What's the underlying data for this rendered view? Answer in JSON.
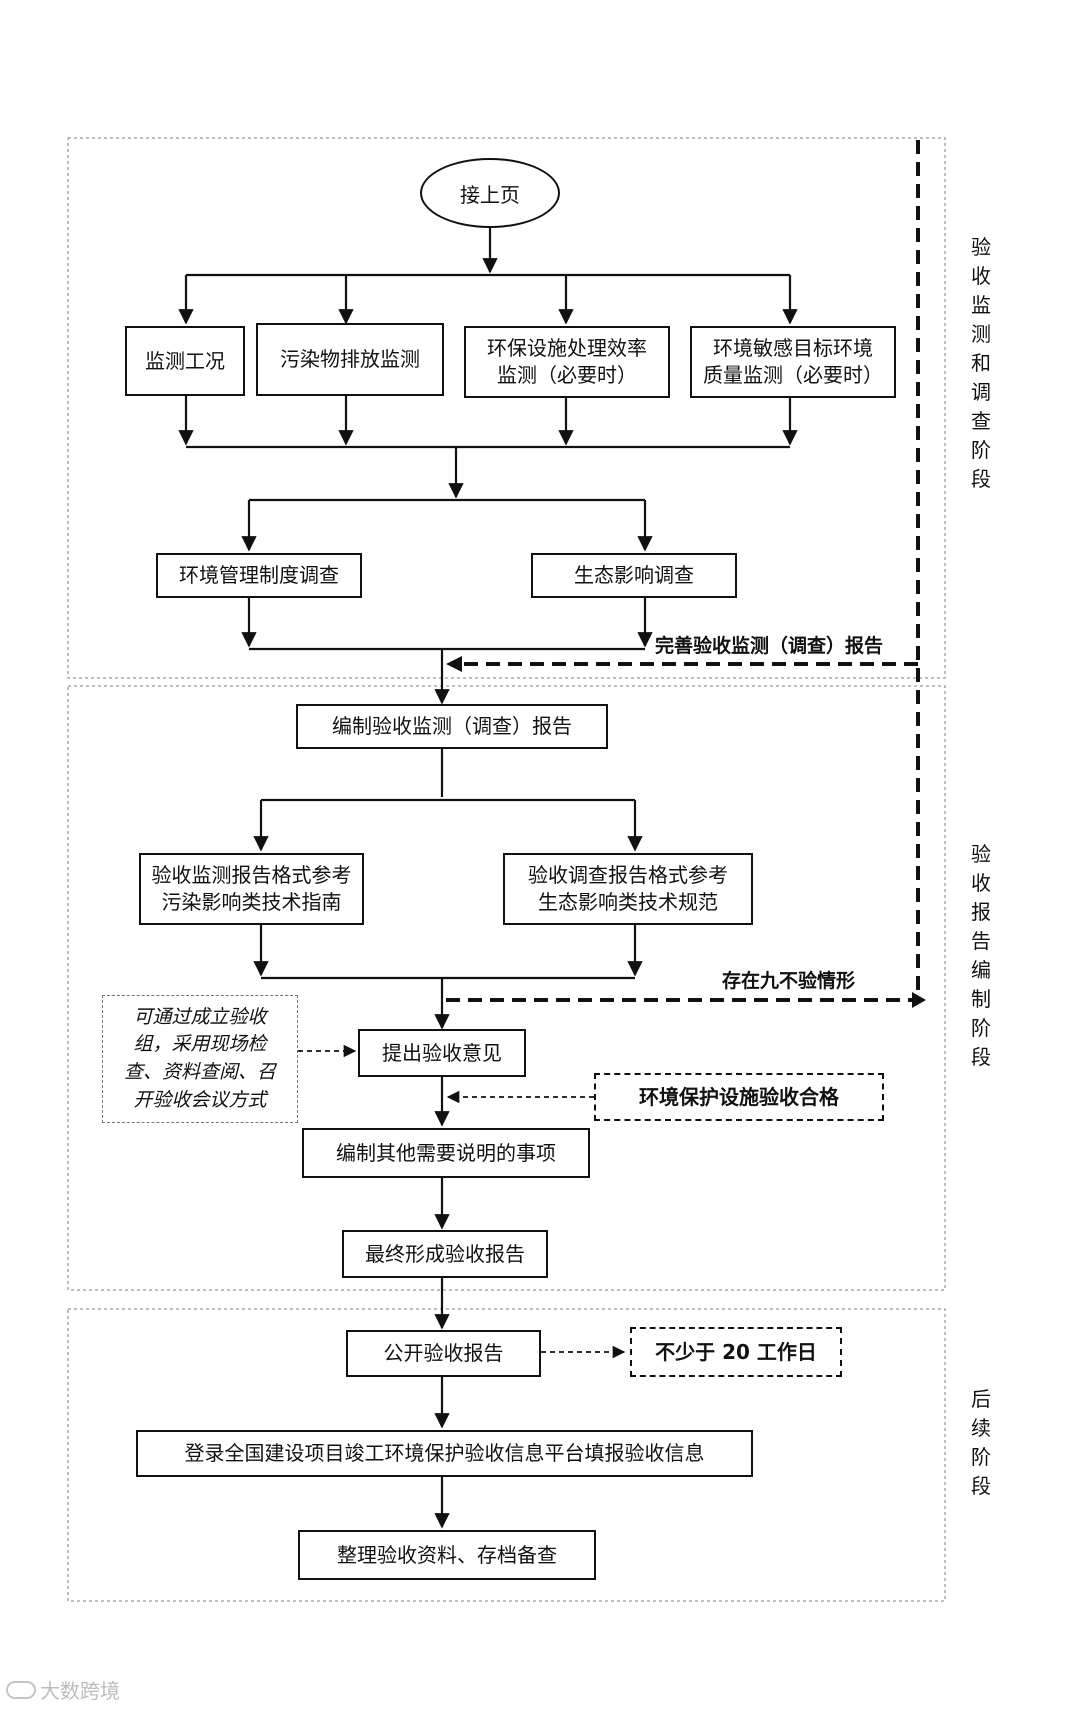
{
  "start": "接上页",
  "monitoring_items": [
    "监测工况",
    "污染物排放监测",
    [
      "环保设施处理效率",
      "监测（必要时）"
    ],
    [
      "环境敏感目标环境",
      "质量监测（必要时）"
    ]
  ],
  "survey_items": [
    "环境管理制度调查",
    "生态影响调查"
  ],
  "improve_label": "完善验收监测（调查）报告",
  "compile_report": "编制验收监测（调查）报告",
  "format_refs": [
    [
      "验收监测报告格式参考",
      "污染影响类技术指南"
    ],
    [
      "验收调查报告格式参考",
      "生态影响类技术规范"
    ]
  ],
  "nine_label": "存在九不验情形",
  "note": [
    "可通过成立验收",
    "组，采用现场检",
    "查、资料查阅、召",
    "开验收会议方式"
  ],
  "propose_opinion": "提出验收意见",
  "env_qualified": "环境保护设施验收合格",
  "other_matters": "编制其他需要说明的事项",
  "final_report": "最终形成验收报告",
  "public_report": "公开验收报告",
  "min_days": "不少于 20 工作日",
  "register_platform": "登录全国建设项目竣工环境保护验收信息平台填报验收信息",
  "archive": "整理验收资料、存档备查",
  "stages": [
    "验收监测和调查阶段",
    "验收报告编制阶段",
    "后续阶段"
  ],
  "watermark": "大数跨境"
}
